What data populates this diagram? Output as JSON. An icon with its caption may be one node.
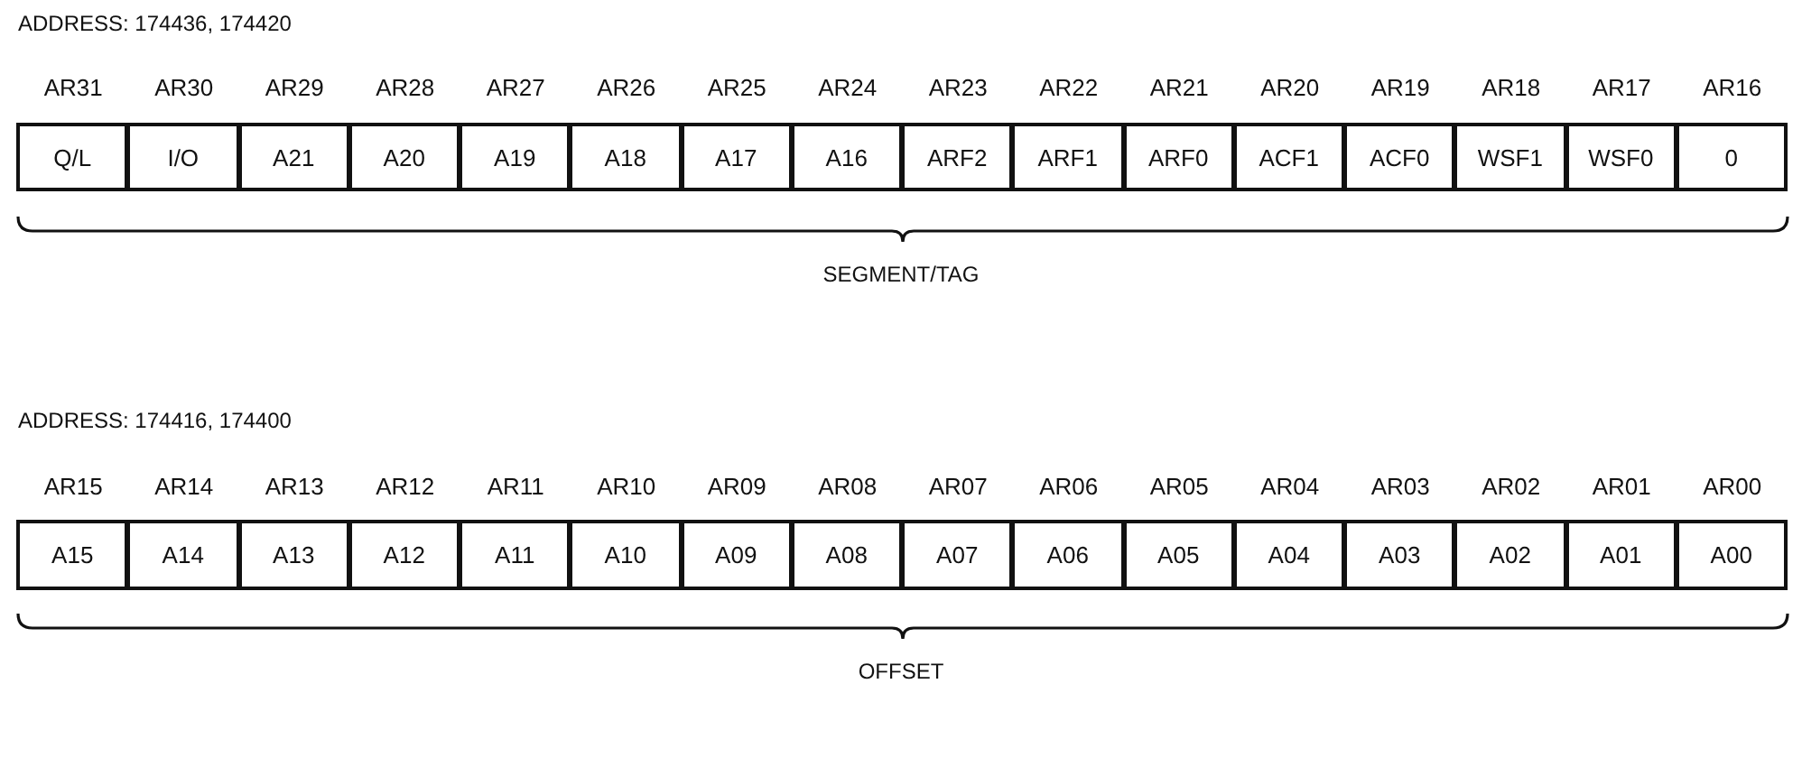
{
  "diagram": {
    "nodes": [
      {
        "text": [
          "Q/L"
        ],
        "beside": [
          "AR31"
        ]
      },
      {
        "text": [
          "I/O"
        ],
        "beside": [
          "AR30"
        ]
      },
      {
        "text": [
          "A21"
        ],
        "beside": [
          "AR29"
        ]
      },
      {
        "text": [
          "A20"
        ],
        "beside": [
          "AR28"
        ]
      },
      {
        "text": [
          "A19"
        ],
        "beside": [
          "AR27"
        ]
      },
      {
        "text": [
          "A18"
        ],
        "beside": [
          "AR26"
        ]
      },
      {
        "text": [
          "A17"
        ],
        "beside": [
          "AR25"
        ]
      },
      {
        "text": [
          "A16"
        ],
        "beside": [
          "AR24"
        ]
      },
      {
        "text": [
          "ARF2"
        ],
        "beside": [
          "AR23"
        ]
      },
      {
        "text": [
          "ARF1"
        ],
        "beside": [
          "AR22"
        ]
      },
      {
        "text": [
          "ARF0"
        ],
        "beside": [
          "AR21"
        ]
      },
      {
        "text": [
          "ACF1"
        ],
        "beside": [
          "AR20"
        ]
      },
      {
        "text": [
          "ACF0"
        ],
        "beside": [
          "AR19"
        ]
      },
      {
        "text": [
          "WSF1"
        ],
        "beside": [
          "AR18"
        ]
      },
      {
        "text": [
          "WSF0"
        ],
        "beside": [
          "AR17"
        ]
      },
      {
        "text": [
          "0"
        ],
        "beside": [
          "AR16"
        ]
      },
      {
        "text": [
          "A15"
        ],
        "beside": [
          "AR15"
        ]
      },
      {
        "text": [
          "A14"
        ],
        "beside": [
          "AR14"
        ]
      },
      {
        "text": [
          "A13"
        ],
        "beside": [
          "AR13"
        ]
      },
      {
        "text": [
          "A12"
        ],
        "beside": [
          "AR12"
        ]
      },
      {
        "text": [
          "A11"
        ],
        "beside": [
          "AR11"
        ]
      },
      {
        "text": [
          "A10"
        ],
        "beside": [
          "AR10"
        ]
      },
      {
        "text": [
          "A09"
        ],
        "beside": [
          "AR09"
        ]
      },
      {
        "text": [
          "A08"
        ],
        "beside": [
          "AR08"
        ]
      },
      {
        "text": [
          "A07"
        ],
        "beside": [
          "AR07"
        ]
      },
      {
        "text": [
          "A06"
        ],
        "beside": [
          "AR06"
        ]
      },
      {
        "text": [
          "A05"
        ],
        "beside": [
          "AR05"
        ]
      },
      {
        "text": [
          "A04"
        ],
        "beside": [
          "AR04"
        ]
      },
      {
        "text": [
          "A03"
        ],
        "beside": [
          "AR03"
        ]
      },
      {
        "text": [
          "A02"
        ],
        "beside": [
          "AR02"
        ]
      },
      {
        "text": [
          "A01"
        ],
        "beside": [
          "AR01"
        ]
      },
      {
        "text": [
          "A00"
        ],
        "beside": [
          "AR00"
        ]
      }
    ],
    "labels": [
      "ADDRESS: 174436, 174420",
      "SEGMENT/TAG",
      "ADDRESS: 174416, 174400",
      "OFFSET"
    ]
  }
}
